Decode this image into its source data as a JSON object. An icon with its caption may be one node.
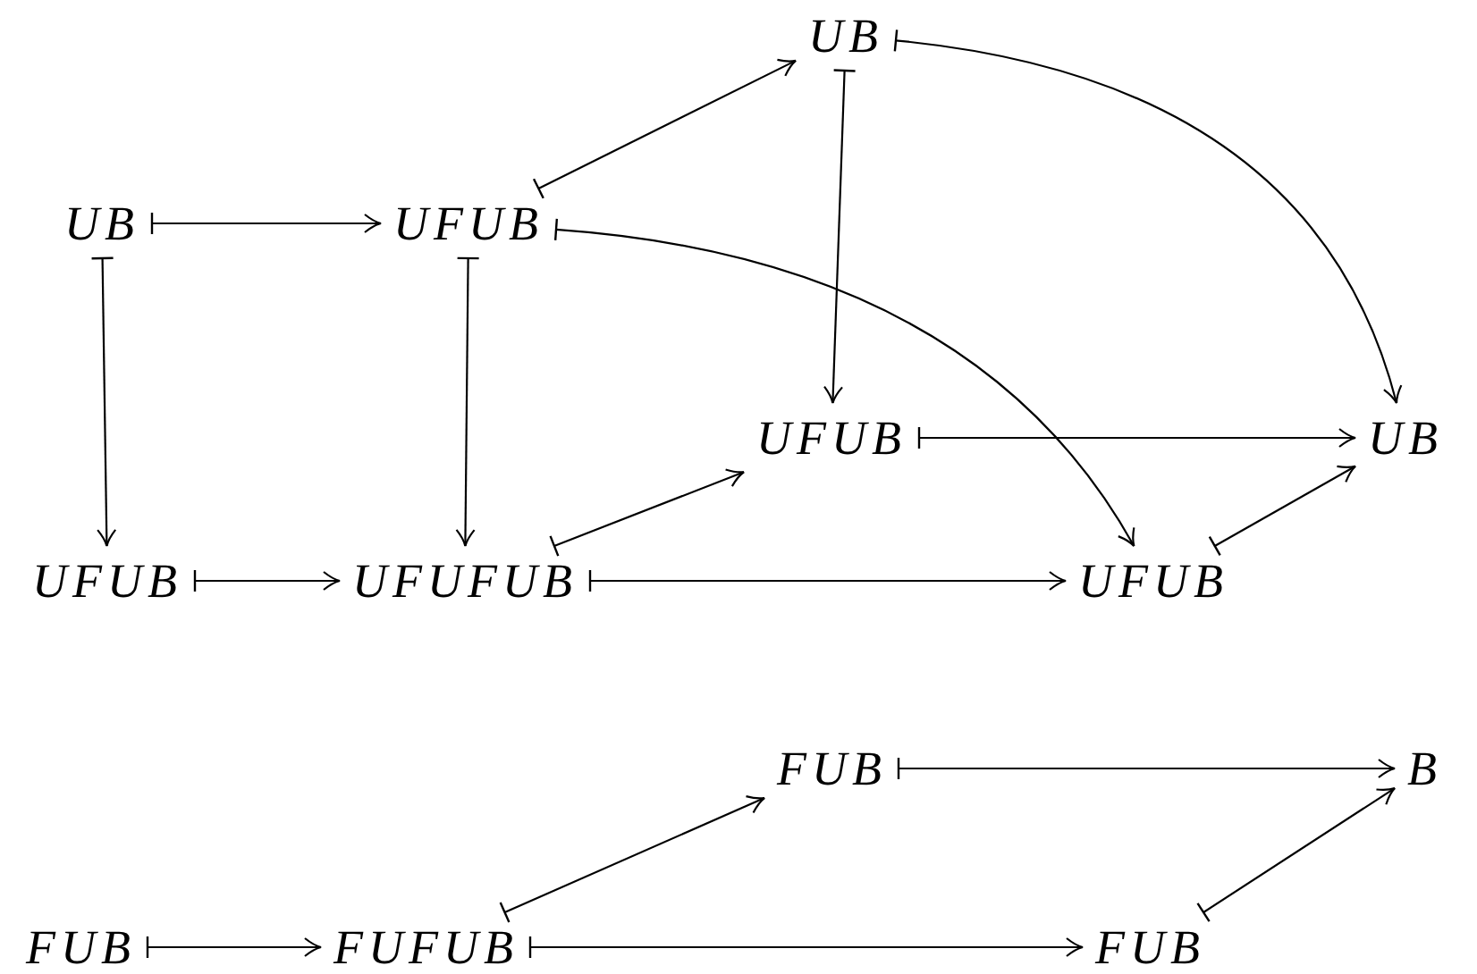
{
  "diagram": {
    "nodes": [
      {
        "text": [
          "UB"
        ]
      },
      {
        "text": [
          "UB"
        ]
      },
      {
        "text": [
          "UFUB"
        ]
      },
      {
        "text": [
          "UFUB"
        ]
      },
      {
        "text": [
          "UB"
        ]
      },
      {
        "text": [
          "UFUB"
        ]
      },
      {
        "text": [
          "UFUFUB"
        ]
      },
      {
        "text": [
          "UFUB"
        ]
      },
      {
        "text": [
          "FUB"
        ]
      },
      {
        "text": [
          "B"
        ]
      },
      {
        "text": [
          "FUB"
        ]
      },
      {
        "text": [
          "FUFUB"
        ]
      },
      {
        "text": [
          "FUB"
        ]
      }
    ],
    "edges": [
      {
        "from": 1,
        "to": 2,
        "arrow": "to"
      },
      {
        "from": 1,
        "to": 5,
        "arrow": "to"
      },
      {
        "from": 2,
        "to": 0,
        "arrow": "to"
      },
      {
        "from": 2,
        "to": 6,
        "arrow": "to"
      },
      {
        "from": 2,
        "to": 7,
        "arrow": "to"
      },
      {
        "from": 0,
        "to": 3,
        "arrow": "to"
      },
      {
        "from": 0,
        "to": 4,
        "arrow": "to"
      },
      {
        "from": 3,
        "to": 4,
        "arrow": "to"
      },
      {
        "from": 5,
        "to": 6,
        "arrow": "to"
      },
      {
        "from": 6,
        "to": 3,
        "arrow": "to"
      },
      {
        "from": 6,
        "to": 7,
        "arrow": "to"
      },
      {
        "from": 7,
        "to": 4,
        "arrow": "to"
      },
      {
        "from": 8,
        "to": 9,
        "arrow": "to"
      },
      {
        "from": 11,
        "to": 8,
        "arrow": "to"
      },
      {
        "from": 10,
        "to": 11,
        "arrow": "to"
      },
      {
        "from": 11,
        "to": 12,
        "arrow": "to"
      },
      {
        "from": 12,
        "to": 9,
        "arrow": "to"
      }
    ]
  }
}
